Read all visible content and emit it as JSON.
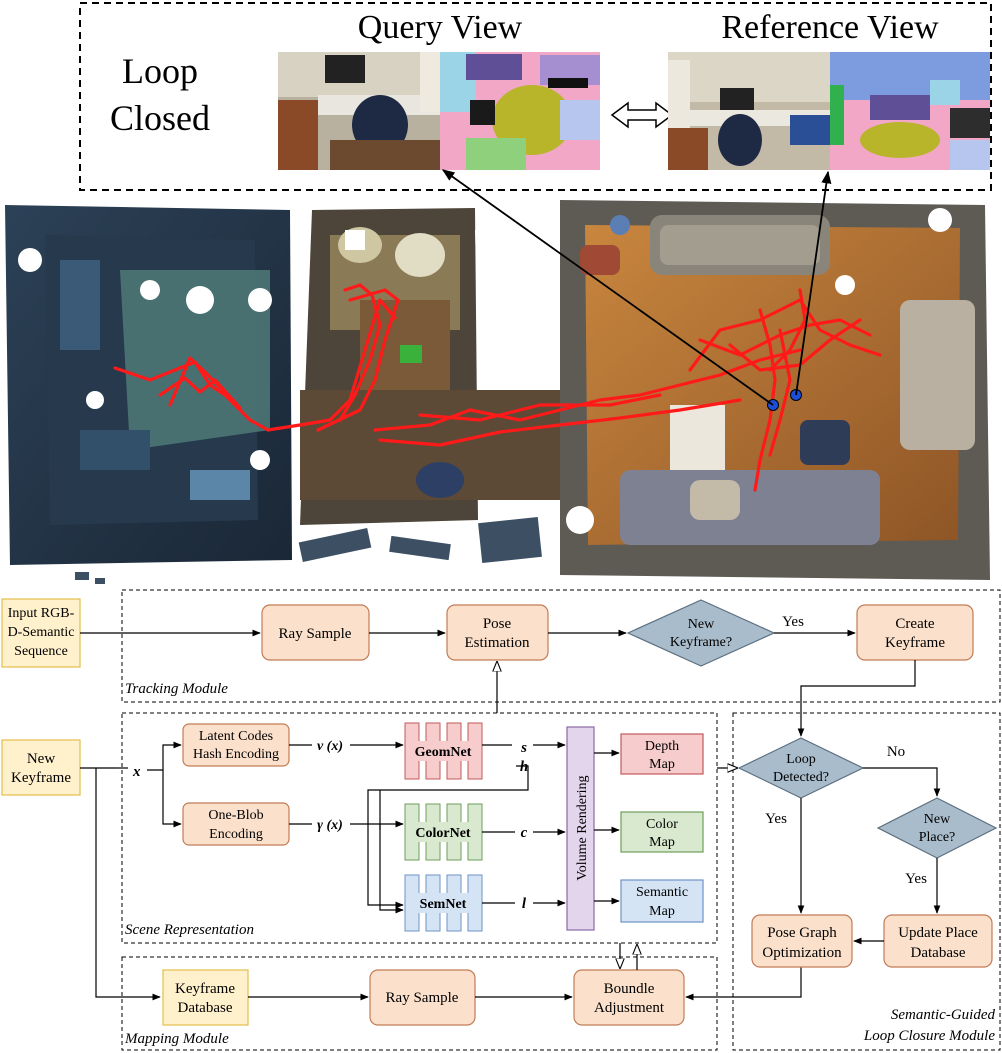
{
  "top": {
    "loop_label_1": "Loop",
    "loop_label_2": "Closed",
    "query_title": "Query View",
    "reference_title": "Reference View"
  },
  "inputs": {
    "rgbd_l1": "Input RGB-",
    "rgbd_l2": "D-Semantic",
    "rgbd_l3": "Sequence",
    "keyframe_l1": "New",
    "keyframe_l2": "Keyframe"
  },
  "tracking": {
    "module_label": "Tracking Module",
    "ray_sample": "Ray Sample",
    "pose_l1": "Pose",
    "pose_l2": "Estimation",
    "newkf_l1": "New",
    "newkf_l2": "Keyframe?",
    "yes": "Yes",
    "create_l1": "Create",
    "create_l2": "Keyframe"
  },
  "scene": {
    "module_label": "Scene Representation",
    "x": "x",
    "latent_l1": "Latent Codes",
    "latent_l2": "Hash Encoding",
    "v_x": "v (x)",
    "oneblob_l1": "One-Blob",
    "oneblob_l2": "Encoding",
    "gamma_x": "γ (x)",
    "geomnet": "GeomNet",
    "colornet": "ColorNet",
    "semnet": "SemNet",
    "s": "s",
    "h": "h",
    "c": "c",
    "l": "l",
    "volume_rendering": "Volume Rendering",
    "depth_l1": "Depth",
    "depth_l2": "Map",
    "color_l1": "Color",
    "color_l2": "Map",
    "semantic_l1": "Semantic",
    "semantic_l2": "Map"
  },
  "mapping": {
    "module_label": "Mapping Module",
    "kfdb_l1": "Keyframe",
    "kfdb_l2": "Database",
    "ray_sample": "Ray Sample",
    "ba_l1": "Boundle",
    "ba_l2": "Adjustment"
  },
  "loop": {
    "module_l1": "Semantic-Guided",
    "module_l2": "Loop Closure Module",
    "detected_l1": "Loop",
    "detected_l2": "Detected?",
    "no": "No",
    "yes_left": "Yes",
    "newplace_l1": "New",
    "newplace_l2": "Place?",
    "yes_right": "Yes",
    "pgo_l1": "Pose Graph",
    "pgo_l2": "Optimization",
    "update_l1": "Update Place",
    "update_l2": "Database"
  },
  "colors": {
    "process_fill": "#fbe1cc",
    "process_stroke": "#c27b55",
    "input_fill": "#fff1cc",
    "input_stroke": "#e2bd4a",
    "decision_fill": "#a9bccb",
    "decision_stroke": "#5b6f80",
    "geom_fill": "#f6cccc",
    "geom_stroke": "#c25a5a",
    "color_fill": "#d8e9cf",
    "color_stroke": "#6e9e5a",
    "sem_fill": "#d5e4f5",
    "sem_stroke": "#6f93c6",
    "volume_fill": "#e2d5ec",
    "volume_stroke": "#8c6aa6",
    "trajectory": "#ff1a1a"
  }
}
